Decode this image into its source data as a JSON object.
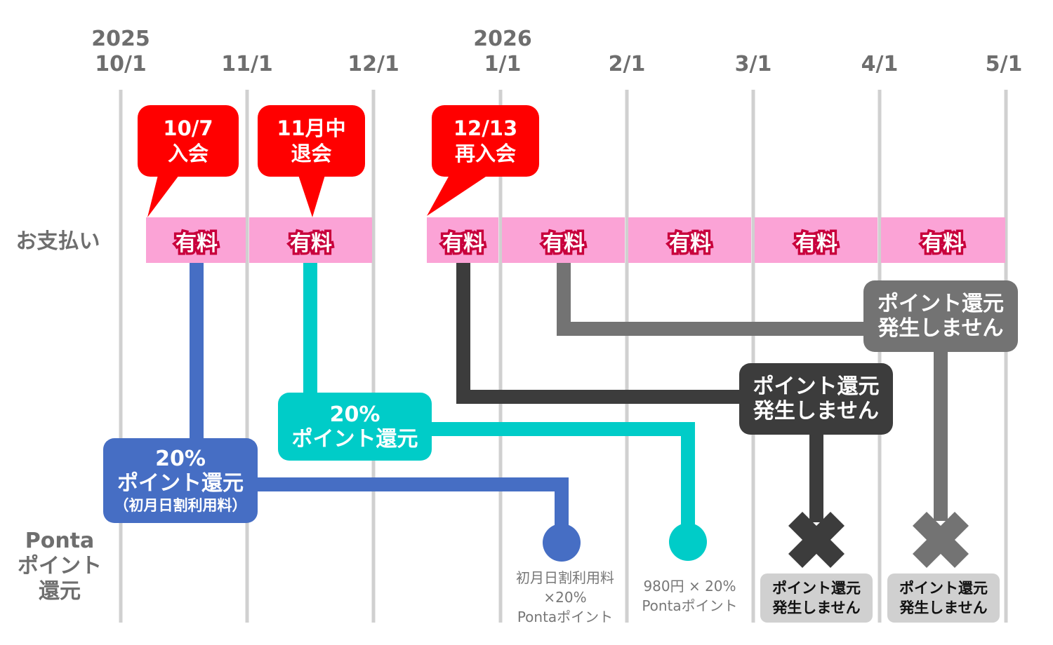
{
  "axis": {
    "dates": [
      {
        "year": "2025",
        "label": "10/1"
      },
      {
        "year": "",
        "label": "11/1"
      },
      {
        "year": "",
        "label": "12/1"
      },
      {
        "year": "2026",
        "label": "1/1"
      },
      {
        "year": "",
        "label": "2/1"
      },
      {
        "year": "",
        "label": "3/1"
      },
      {
        "year": "",
        "label": "4/1"
      },
      {
        "year": "",
        "label": "5/1"
      }
    ]
  },
  "rows": {
    "payment": "お支払い",
    "ponta": [
      "Ponta",
      "ポイント",
      "還元"
    ]
  },
  "events": [
    {
      "line1": "10/7",
      "line2": "入会"
    },
    {
      "line1": "11月中",
      "line2": "退会"
    },
    {
      "line1": "12/13",
      "line2": "再入会"
    }
  ],
  "payment_label": "有料",
  "boxes": {
    "blue": {
      "line1": "20%",
      "line2": "ポイント還元",
      "line3": "（初月日割利用料）"
    },
    "teal": {
      "line1": "20%",
      "line2": "ポイント還元"
    },
    "dark": {
      "line1": "ポイント還元",
      "line2": "発生しません"
    },
    "gray": {
      "line1": "ポイント還元",
      "line2": "発生しません"
    }
  },
  "results": {
    "blue": [
      "初月日割利用料",
      "×20%",
      "Pontaポイント"
    ],
    "teal": [
      "980円 × 20%",
      "Pontaポイント"
    ],
    "dark": [
      "ポイント還元",
      "発生しません"
    ],
    "gray": [
      "ポイント還元",
      "発生しません"
    ]
  },
  "colors": {
    "red": "#ff0000",
    "pink": "#fba3d6",
    "blue": "#466ec4",
    "teal": "#00ccc8",
    "dark": "#3c3c3c",
    "gray": "#737373",
    "grid": "#d0d0d0"
  }
}
